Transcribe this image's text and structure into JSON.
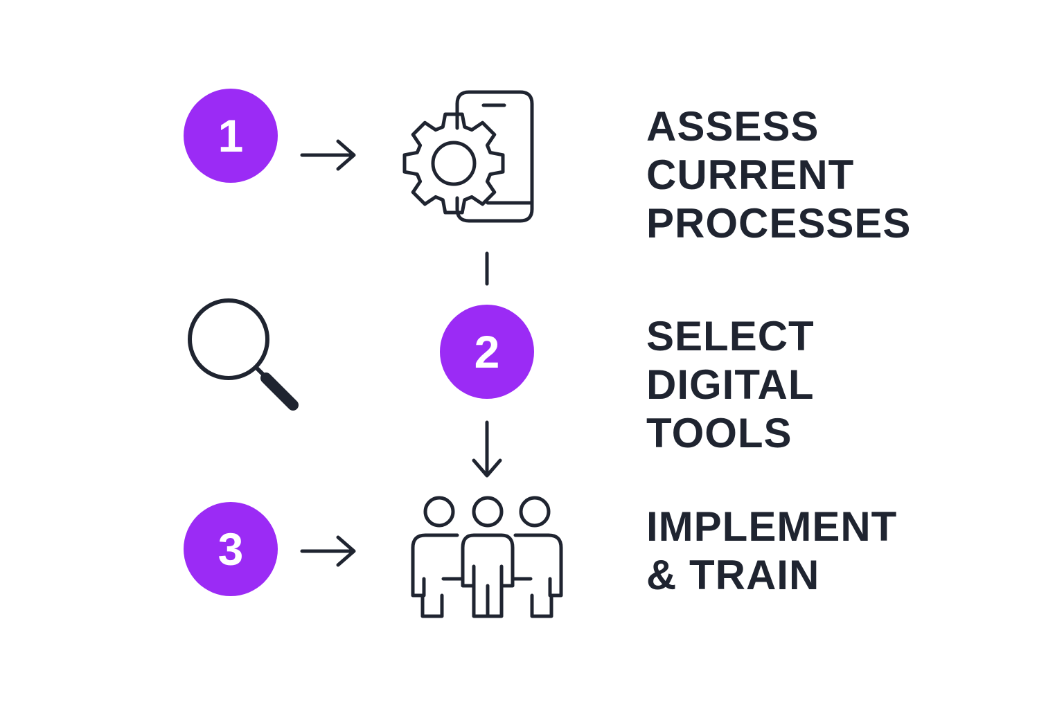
{
  "colors": {
    "accent": "#9B2BF5",
    "ink": "#1F2430",
    "background": "#FFFFFF"
  },
  "steps": [
    {
      "number": "1",
      "label_lines": [
        "ASSESS",
        "CURRENT",
        "PROCESSES"
      ],
      "icon": "phone-gear-icon"
    },
    {
      "number": "2",
      "label_lines": [
        "SELECT",
        "DIGITAL",
        "TOOLS"
      ],
      "icon": "magnifier-icon"
    },
    {
      "number": "3",
      "label_lines": [
        "IMPLEMENT",
        "& TRAIN"
      ],
      "icon": "team-icon"
    }
  ]
}
